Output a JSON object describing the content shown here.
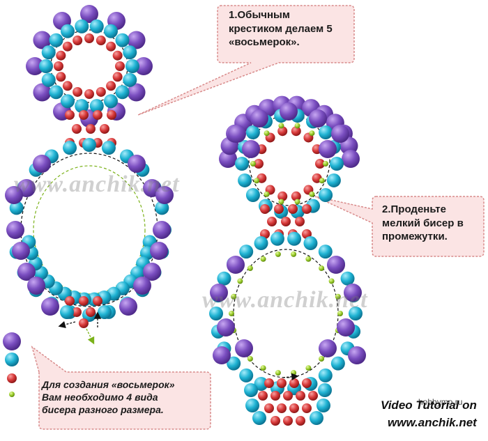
{
  "callouts": {
    "step1": [
      "1.Обычным",
      "крестиком делаем 5",
      "«восьмерок»."
    ],
    "step2": [
      "2.Проденьте",
      "мелкий бисер в",
      "промежутки."
    ],
    "legend": [
      "Для создания «восьмерок»",
      "Вам необходимо 4 вида",
      "бисера разного размера."
    ]
  },
  "watermark": "www.anchik.net",
  "credits": {
    "line1": "Video Tutorial  on",
    "line2": "www.anchik.net",
    "small": "hobbymo.ru"
  },
  "colors": {
    "purple": "#7a4ec0",
    "cyan": "#1fb3d3",
    "red": "#d83a3a",
    "green": "#9ecf2e",
    "callout_fill": "#fbe4e4",
    "callout_stroke": "#d88a8a"
  }
}
